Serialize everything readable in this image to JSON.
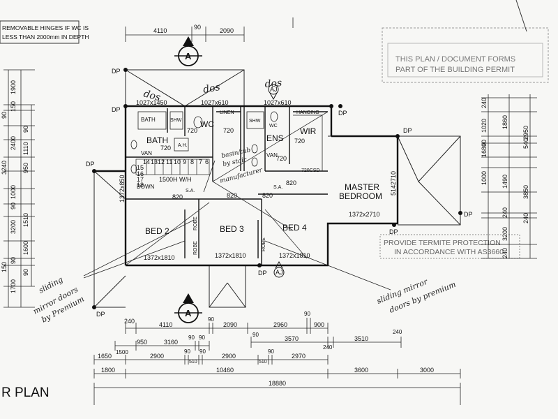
{
  "note_box": {
    "line1": "REMOVABLE HINGES IF WC IS",
    "line2": "LESS THAN  2000mm IN DEPTH"
  },
  "stamp": {
    "line1": "THIS PLAN / DOCUMENT FORMS",
    "line2": "PART OF THE BUILDING PERMIT"
  },
  "termite": {
    "line1": "PROVIDE TERMITE PROTECTION",
    "line2": "IN ACCORDANCE WITH AS3660"
  },
  "plan_title": "R PLAN",
  "section_marker": "A",
  "rooms": {
    "bath_small": "BATH",
    "shw1": "SHW",
    "wc": "WC",
    "linen": "LINEN",
    "shw2": "SHW",
    "wc2": "WC",
    "hanging": "HANGING",
    "bath": "BATH",
    "ens": "ENS",
    "wir": "WIR",
    "van1": "VAN",
    "van2": "VAN",
    "ah": "A.H.",
    "down": "DOWN",
    "master1": "MASTER",
    "master2": "BEDROOM",
    "bed2": "BED 2",
    "bed3": "BED 3",
    "bed4": "BED 4",
    "robe1": "ROBE",
    "robe2": "ROBE",
    "robe3": "ROBE",
    "sa1": "S.A.",
    "sa2": "S.A.",
    "csd": "720CSD",
    "aj1": "AJ",
    "aj2": "AJ",
    "wall_hl": "1500H W/H"
  },
  "handwritten": {
    "dos1": "dos",
    "dos2": "dos",
    "dos3": "dos",
    "basin1": "basin/tub",
    "basin2": "by stair",
    "basin3": "manufacturer",
    "sliding_left": "sliding",
    "mirror_left": "mirror doors",
    "premium_left": "by Premium",
    "sliding_right": "sliding mirror",
    "premium_right": "doors by premium"
  },
  "window_labels": {
    "w1": "1027x1450",
    "w2": "1027x610",
    "w3": "1027x610",
    "w4": "1372x1810",
    "w5": "1372x1810",
    "w6": "1372x1810",
    "w7": "1372x2710",
    "w8": "1372x850",
    "w9": "5142710"
  },
  "door_widths": {
    "d1": "720",
    "d2": "720",
    "d3": "720",
    "d4": "820",
    "d5": "820",
    "d6": "820",
    "d7": "820",
    "d8": "720",
    "d9": "720"
  },
  "stair_numbers": [
    "14",
    "13",
    "12",
    "11",
    "10",
    "9",
    "8",
    "7",
    "6"
  ],
  "stair_numbers_low": [
    "15",
    "16",
    "17",
    "18"
  ],
  "dp_label": "DP",
  "dims_top": [
    "4110",
    "90",
    "2090"
  ],
  "dims_left": [
    "1900",
    "90",
    "150",
    "2400",
    "1110",
    "90",
    "950",
    "3240",
    "1000",
    "90",
    "1510",
    "3200",
    "1600",
    "90",
    "150",
    "1700",
    "90"
  ],
  "dims_right_a": [
    "240",
    "1020",
    "1860",
    "90",
    "1680",
    "1000",
    "1490",
    "240",
    "3200",
    "240"
  ],
  "dims_right_b": [
    "2950",
    "540",
    "3850",
    "240"
  ],
  "dims_bottom1": [
    "240",
    "4110",
    "90",
    "2090",
    "2960",
    "90",
    "900"
  ],
  "dims_bottom2": [
    "90",
    "3570",
    "240",
    "3510",
    "240"
  ],
  "dims_bottom3": [
    "1500",
    "950",
    "3160",
    "90",
    "90"
  ],
  "dims_bottom4": [
    "1650",
    "2900",
    "90",
    "510",
    "90",
    "2900",
    "510",
    "90",
    "2970"
  ],
  "dims_bottom5": [
    "1800",
    "10460",
    "3600",
    "3000"
  ],
  "dims_total": "18880"
}
